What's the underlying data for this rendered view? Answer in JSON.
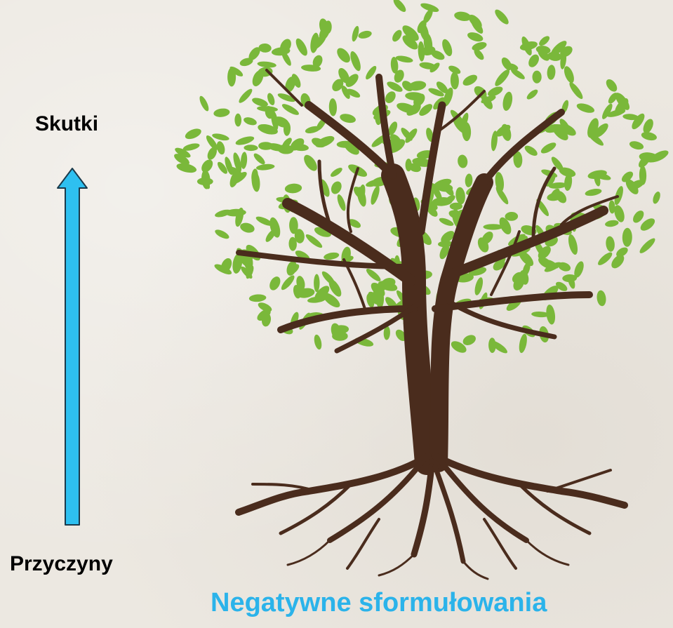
{
  "diagram": {
    "top_label": "Skutki",
    "bottom_label": "Przyczyny",
    "caption": "Negatywne sformułowania"
  },
  "colors": {
    "arrow_fill": "#2ec0f0",
    "arrow_stroke": "#1b3a4b",
    "leaf": "#7ab83a",
    "trunk": "#4a2c1d",
    "caption": "#2bb3ea",
    "background": "#ece8e1"
  }
}
